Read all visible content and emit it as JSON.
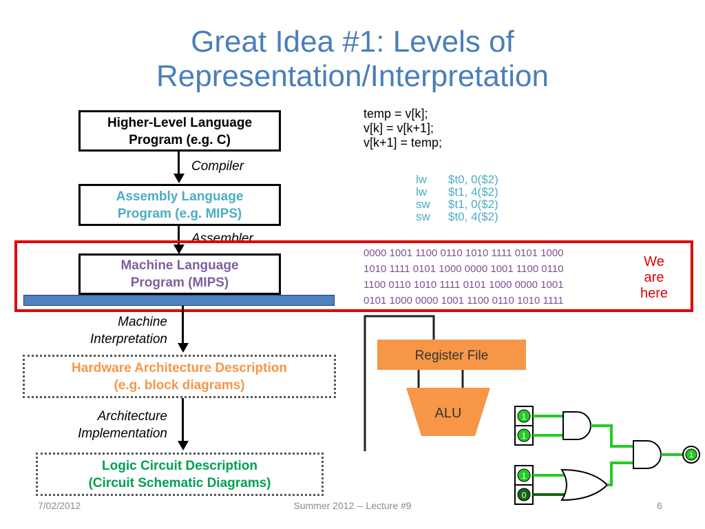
{
  "title": {
    "line1": "Great Idea #1: Levels of",
    "line2": "Representation/Interpretation"
  },
  "levels": [
    {
      "label1": "Higher-Level Language",
      "label2": "Program (e.g.  C)",
      "color": "#000000"
    },
    {
      "label1": "Assembly Language",
      "label2": "Program (e.g.  MIPS)",
      "color": "#4bacc6"
    },
    {
      "label1": "Machine Language",
      "label2": "Program (MIPS)",
      "color": "#7f5f9f"
    },
    {
      "label1": "Hardware Architecture Description",
      "label2": "(e.g.  block diagrams)",
      "color": "#f79646"
    },
    {
      "label1": "Logic Circuit Description",
      "label2": "(Circuit Schematic Diagrams)",
      "color": "#00a050"
    }
  ],
  "transitions": {
    "compiler": "Compiler",
    "assembler": "Assembler",
    "machine1": "Machine",
    "machine2": "Interpretation",
    "arch1": "Architecture",
    "arch2": "Implementation"
  },
  "c_code": [
    "temp = v[k];",
    "v[k] = v[k+1];",
    "v[k+1] = temp;"
  ],
  "asm_code": [
    {
      "op": "lw",
      "args": "$t0, 0($2)"
    },
    {
      "op": "lw",
      "args": "$t1, 4($2)"
    },
    {
      "op": "sw",
      "args": "$t1, 0($2)"
    },
    {
      "op": "sw",
      "args": "$t0, 4($2)"
    }
  ],
  "binary": [
    "0000 1001 1100 0110 1010 1111 0101 1000",
    "1010 1111 0101 1000 0000 1001 1100 0110",
    "1100 0110 1010 1111 0101 1000 0000 1001",
    "0101 1000 0000 1001 1100 0110 1010 1111"
  ],
  "we_are_here": [
    "We",
    "are",
    "here"
  ],
  "hardware": {
    "register_file": "Register File",
    "alu": "ALU"
  },
  "logic": {
    "in1": "1",
    "in2": "1",
    "in3": "1",
    "in4": "0",
    "out": "1"
  },
  "colors": {
    "title": "#4a7ebb",
    "highlight": "#e00000",
    "wire_on": "#22cc22",
    "wire_off": "#116611",
    "hw_block": "#f79646",
    "bar": "#4f81bd"
  },
  "footer": {
    "date": "7/02/2012",
    "course": "Summer 2012 -- Lecture #9",
    "page": "6"
  }
}
